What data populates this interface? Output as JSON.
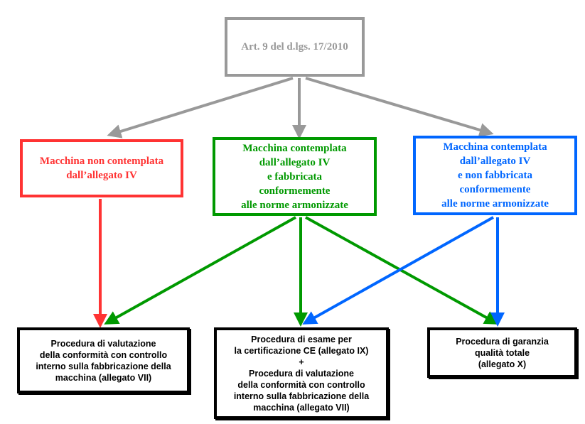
{
  "colors": {
    "gray": "#999999",
    "red": "#ff3333",
    "green": "#009900",
    "blue": "#0066ff",
    "black": "#000000"
  },
  "top": {
    "lines": [
      "Art. 9 del d.lgs. 17/2010"
    ]
  },
  "red": {
    "lines": [
      "Macchina non contemplata",
      "dall’allegato IV"
    ]
  },
  "green": {
    "lines": [
      "Macchina contemplata",
      "dall’allegato IV",
      "e fabbricata",
      "conformemente",
      "alle norme armonizzate"
    ]
  },
  "blue": {
    "lines": [
      "Macchina contemplata",
      "dall’allegato IV",
      "e non fabbricata",
      "conformemente",
      "alle norme armonizzate"
    ]
  },
  "b1": {
    "lines": [
      "Procedura di valutazione",
      "della conformità con controllo",
      "interno sulla fabbricazione della",
      "macchina (allegato VII)"
    ]
  },
  "b2": {
    "lines": [
      "Procedura di esame per",
      "la certificazione CE (allegato IX)",
      "+",
      "Procedura di valutazione",
      "della conformità con controllo",
      "interno sulla fabbricazione della",
      "macchina (allegato VII)"
    ]
  },
  "b3": {
    "lines": [
      "Procedura di garanzia",
      "qualità totale",
      "(allegato X)"
    ]
  }
}
